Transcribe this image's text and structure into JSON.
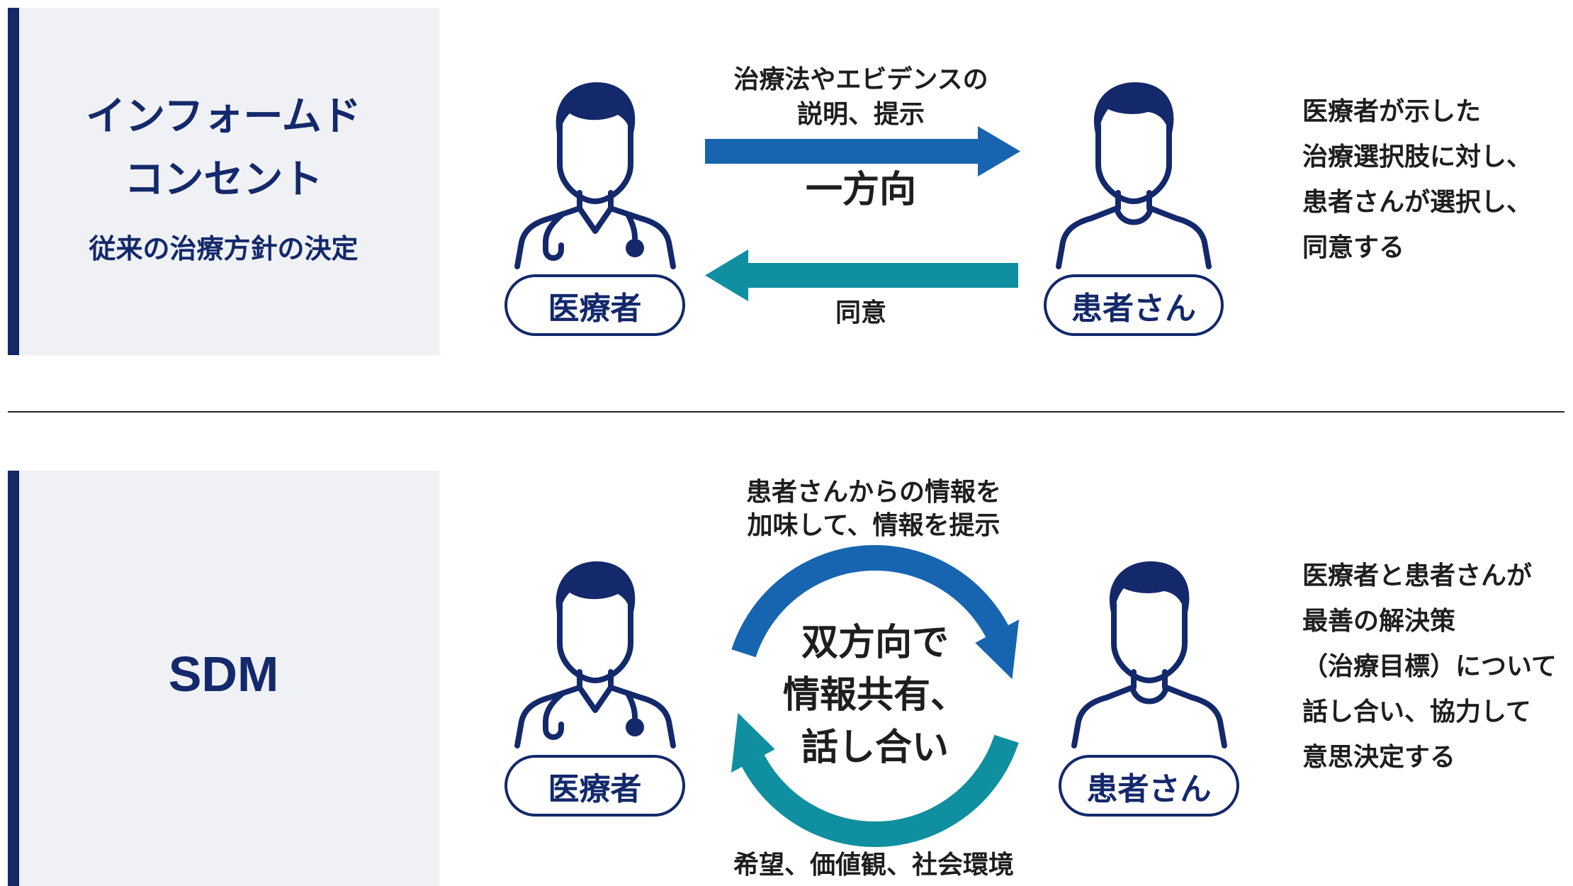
{
  "colors": {
    "navy": "#13296b",
    "panel_bg": "#f0f1f5",
    "arrow_blue": "#1765b0",
    "arrow_teal": "#0f8f9f",
    "text": "#1e1e1e",
    "divider": "#2a2a2a"
  },
  "informed_consent": {
    "title_lines": [
      "インフォームド",
      "コンセント"
    ],
    "subtitle": "従来の治療方針の決定",
    "provider_label": "医療者",
    "patient_label": "患者さん",
    "provider_icon": "doctor-with-stethoscope-icon",
    "patient_icon": "patient-icon",
    "explain_caption": [
      "治療法やエビデンスの",
      "説明、提示"
    ],
    "direction": "一方向",
    "consent_caption": "同意",
    "description": [
      "医療者が示した",
      "治療選択肢に対し、",
      "患者さんが選択し、",
      "同意する"
    ]
  },
  "sdm": {
    "title": "SDM",
    "provider_label": "医療者",
    "patient_label": "患者さん",
    "provider_icon": "doctor-with-stethoscope-icon",
    "patient_icon": "patient-icon",
    "info_caption": [
      "患者さんからの情報を",
      "加味して、情報を提示"
    ],
    "center_text": [
      "双方向で",
      "情報共有、",
      "話し合い"
    ],
    "values_caption": "希望、価値観、社会環境",
    "description": [
      "医療者と患者さんが",
      "最善の解決策",
      "（治療目標）について",
      "話し合い、協力して",
      "意思決定する"
    ]
  }
}
